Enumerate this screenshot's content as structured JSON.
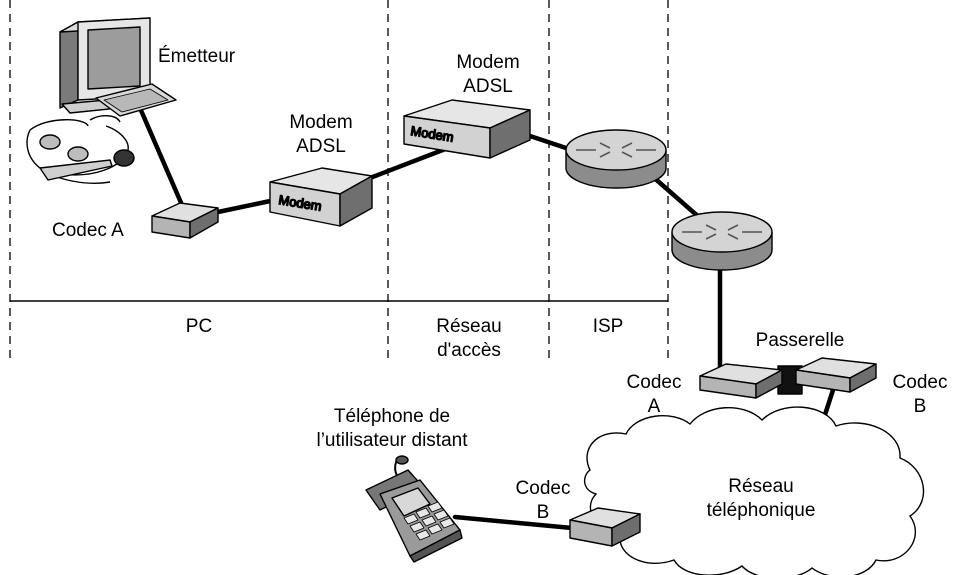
{
  "labels": {
    "emetteur": "Émetteur",
    "modem_adsl_1_l1": "Modem",
    "modem_adsl_1_l2": "ADSL",
    "modem_adsl_2_l1": "Modem",
    "modem_adsl_2_l2": "ADSL",
    "codec_a_left": "Codec A",
    "modem_box_1": "Modem",
    "modem_box_2": "Modem",
    "zone_pc": "PC",
    "zone_reseau_l1": "Réseau",
    "zone_reseau_l2": "d'accès",
    "zone_isp": "ISP",
    "passerelle": "Passerelle",
    "codec_a_right_l1": "Codec",
    "codec_a_right_l2": "A",
    "codec_b_right_l1": "Codec",
    "codec_b_right_l2": "B",
    "telephone_l1": "Téléphone de",
    "telephone_l2": "l’utilisateur distant",
    "codec_b_bottom_l1": "Codec",
    "codec_b_bottom_l2": "B",
    "cloud_l1": "Réseau",
    "cloud_l2": "téléphonique"
  }
}
